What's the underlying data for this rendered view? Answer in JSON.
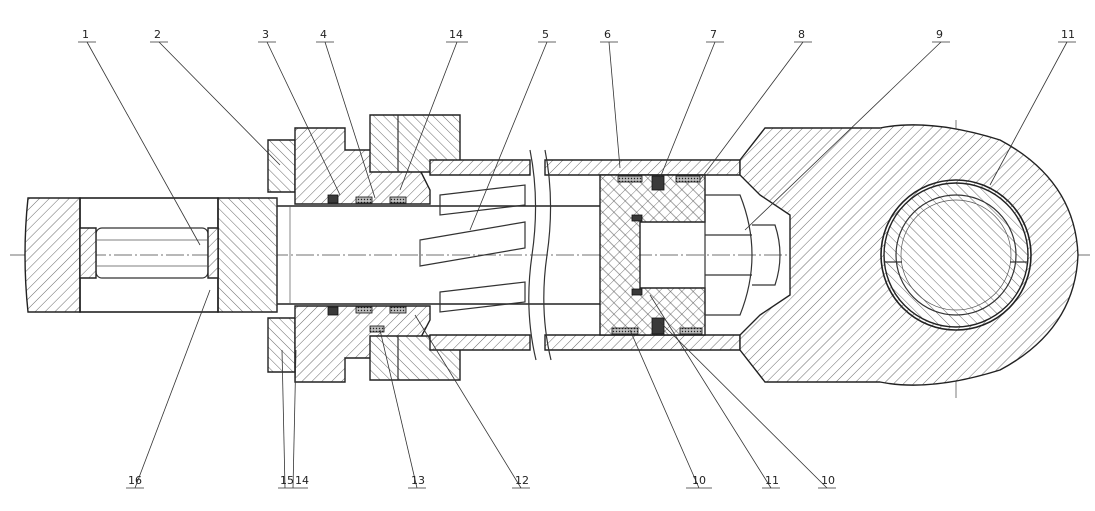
{
  "labels_top": [
    "1",
    "2",
    "3",
    "4",
    "14",
    "5",
    "6",
    "7",
    "8",
    "9",
    "11"
  ],
  "labels_bottom": [
    "16",
    "15",
    "14",
    "13",
    "12",
    "10",
    "11",
    "10"
  ],
  "colors": {
    "ink": "#222222",
    "background": "#ffffff",
    "seal": "#3a3a3a"
  }
}
